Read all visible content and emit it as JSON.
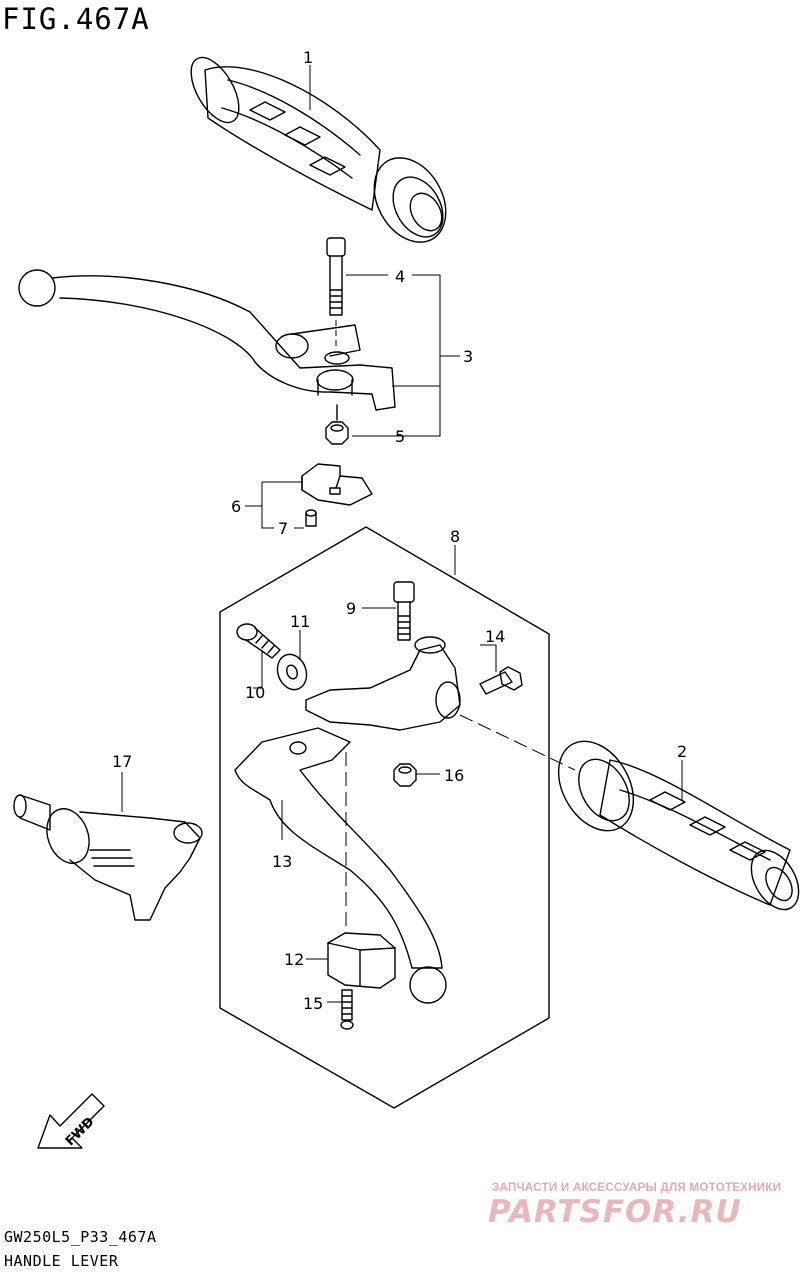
{
  "figure": {
    "title": "FIG.467A"
  },
  "footer": {
    "code": "GW250L5_P33_467A",
    "caption": "HANDLE LEVER"
  },
  "direction_marker": {
    "label": "FWD"
  },
  "callouts": [
    "1",
    "2",
    "3",
    "4",
    "5",
    "6",
    "7",
    "8",
    "9",
    "10",
    "11",
    "12",
    "13",
    "14",
    "15",
    "16",
    "17"
  ],
  "watermark": {
    "tagline": "ЗАПЧАСТИ И АКСЕССУАРЫ ДЛЯ МОТОТЕХНИКИ",
    "logo": "PARTSFOR.RU"
  }
}
